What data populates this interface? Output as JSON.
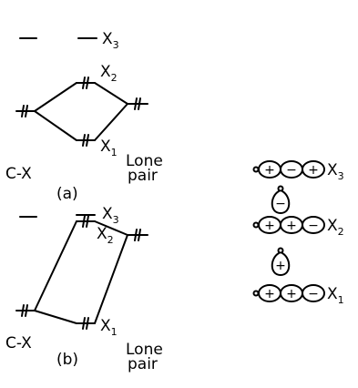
{
  "diagram_a": {
    "label_cx": "C-X",
    "label_panel": "(a)",
    "label_lone_1": "Lone",
    "label_lone_2": "pair",
    "levels": [
      {
        "name": "X",
        "sub": "3"
      },
      {
        "name": "X",
        "sub": "2"
      },
      {
        "name": "X",
        "sub": "1"
      }
    ]
  },
  "diagram_b": {
    "label_cx": "C-X",
    "label_panel": "(b)",
    "label_lone_1": "Lone",
    "label_lone_2": "pair",
    "levels": [
      {
        "name": "X",
        "sub": "3"
      },
      {
        "name": "X",
        "sub": "2"
      },
      {
        "name": "X",
        "sub": "1"
      }
    ]
  },
  "orbitals": [
    {
      "name": "X",
      "sub": "3",
      "signs": [
        "+",
        "−",
        "+"
      ]
    },
    {
      "name": "X",
      "sub": "2",
      "signs": [
        "+",
        "+",
        "−"
      ],
      "lobe_sign": "−"
    },
    {
      "name": "X",
      "sub": "1",
      "signs": [
        "+",
        "+",
        "−"
      ],
      "lobe_sign": "+"
    }
  ]
}
